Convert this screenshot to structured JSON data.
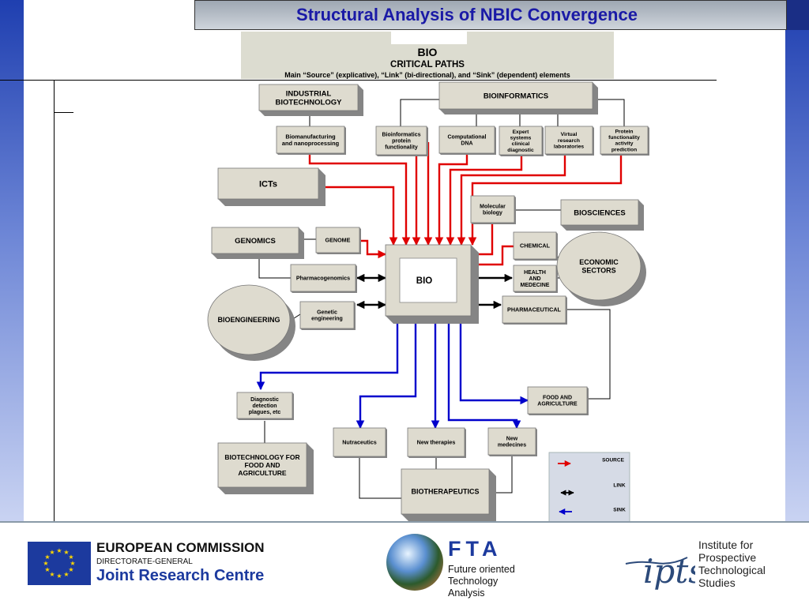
{
  "header": {
    "title": "Structural Analysis of NBIC Convergence"
  },
  "panel": {
    "title": "BIO",
    "subtitle": "CRITICAL PATHS",
    "description": "Main “Source” (explicative), “Link” (bi-directional), and “Sink” (dependent) elements"
  },
  "diagram": {
    "center": "BIO",
    "nodes": {
      "industrial_biotech": [
        "INDUSTRIAL",
        "BIOTECHNOLOGY"
      ],
      "bioinformatics": [
        "BIOINFORMATICS"
      ],
      "biomanufacturing": [
        "Biomanufacturing",
        "and nanoprocessing"
      ],
      "bioinf_protein": [
        "Bioinformatics",
        "protein",
        "functionality"
      ],
      "computational_dna": [
        "Computational",
        "DNA"
      ],
      "expert_systems": [
        "Expert",
        "systems",
        "clinical",
        "diagnostic"
      ],
      "virtual_labs": [
        "Virtual",
        "research",
        "laboratories"
      ],
      "protein_prediction": [
        "Protein",
        "functionality",
        "activity",
        "prediction"
      ],
      "icts": [
        "ICTs"
      ],
      "molecular_biology": [
        "Molecular",
        "biology"
      ],
      "biosciences": [
        "BIOSCIENCES"
      ],
      "genomics": [
        "GENOMICS"
      ],
      "genome": [
        "GENOME"
      ],
      "chemical": [
        "CHEMICAL"
      ],
      "economic_sectors": [
        "ECONOMIC",
        "SECTORS"
      ],
      "pharmacogenomics": [
        "Pharmacogenomics"
      ],
      "health": [
        "HEALTH",
        "AND",
        "MEDECINE"
      ],
      "bioengineering": [
        "BIOENGINEERING"
      ],
      "genetic_engineering": [
        "Genetic",
        "engineering"
      ],
      "pharmaceutical": [
        "PHARMACEUTICAL"
      ],
      "diagnostic": [
        "Diagnostic",
        "detection",
        "plagues, etc"
      ],
      "food_agriculture": [
        "FOOD AND",
        "AGRICULTURE"
      ],
      "nutraceutics": [
        "Nutraceutics"
      ],
      "new_therapies": [
        "New therapies"
      ],
      "new_medecines": [
        "New",
        "medecines"
      ],
      "biotech_food": [
        "BIOTECHNOLOGY FOR",
        "FOOD AND",
        "AGRICULTURE"
      ],
      "biotherapeutics": [
        "BIOTHERAPEUTICS"
      ]
    },
    "legend": {
      "source": "SOURCE",
      "link": "LINK",
      "sink": "SINK"
    },
    "colors": {
      "source": "#e00000",
      "link": "#000000",
      "sink": "#0000cc",
      "box_fill": "#dedbcf",
      "box_shadow": "#858585"
    }
  },
  "footer": {
    "ec_name": "EUROPEAN COMMISSION",
    "ec_dg": "DIRECTORATE-GENERAL",
    "ec_jrc": "Joint Research Centre",
    "fta_letters": "FTA",
    "fta_sub": [
      "Future oriented",
      "Technology",
      "Analysis"
    ],
    "ipts_logo": "ipts",
    "ipts_name": [
      "Institute for",
      "Prospective",
      "Technological",
      "Studies"
    ]
  }
}
